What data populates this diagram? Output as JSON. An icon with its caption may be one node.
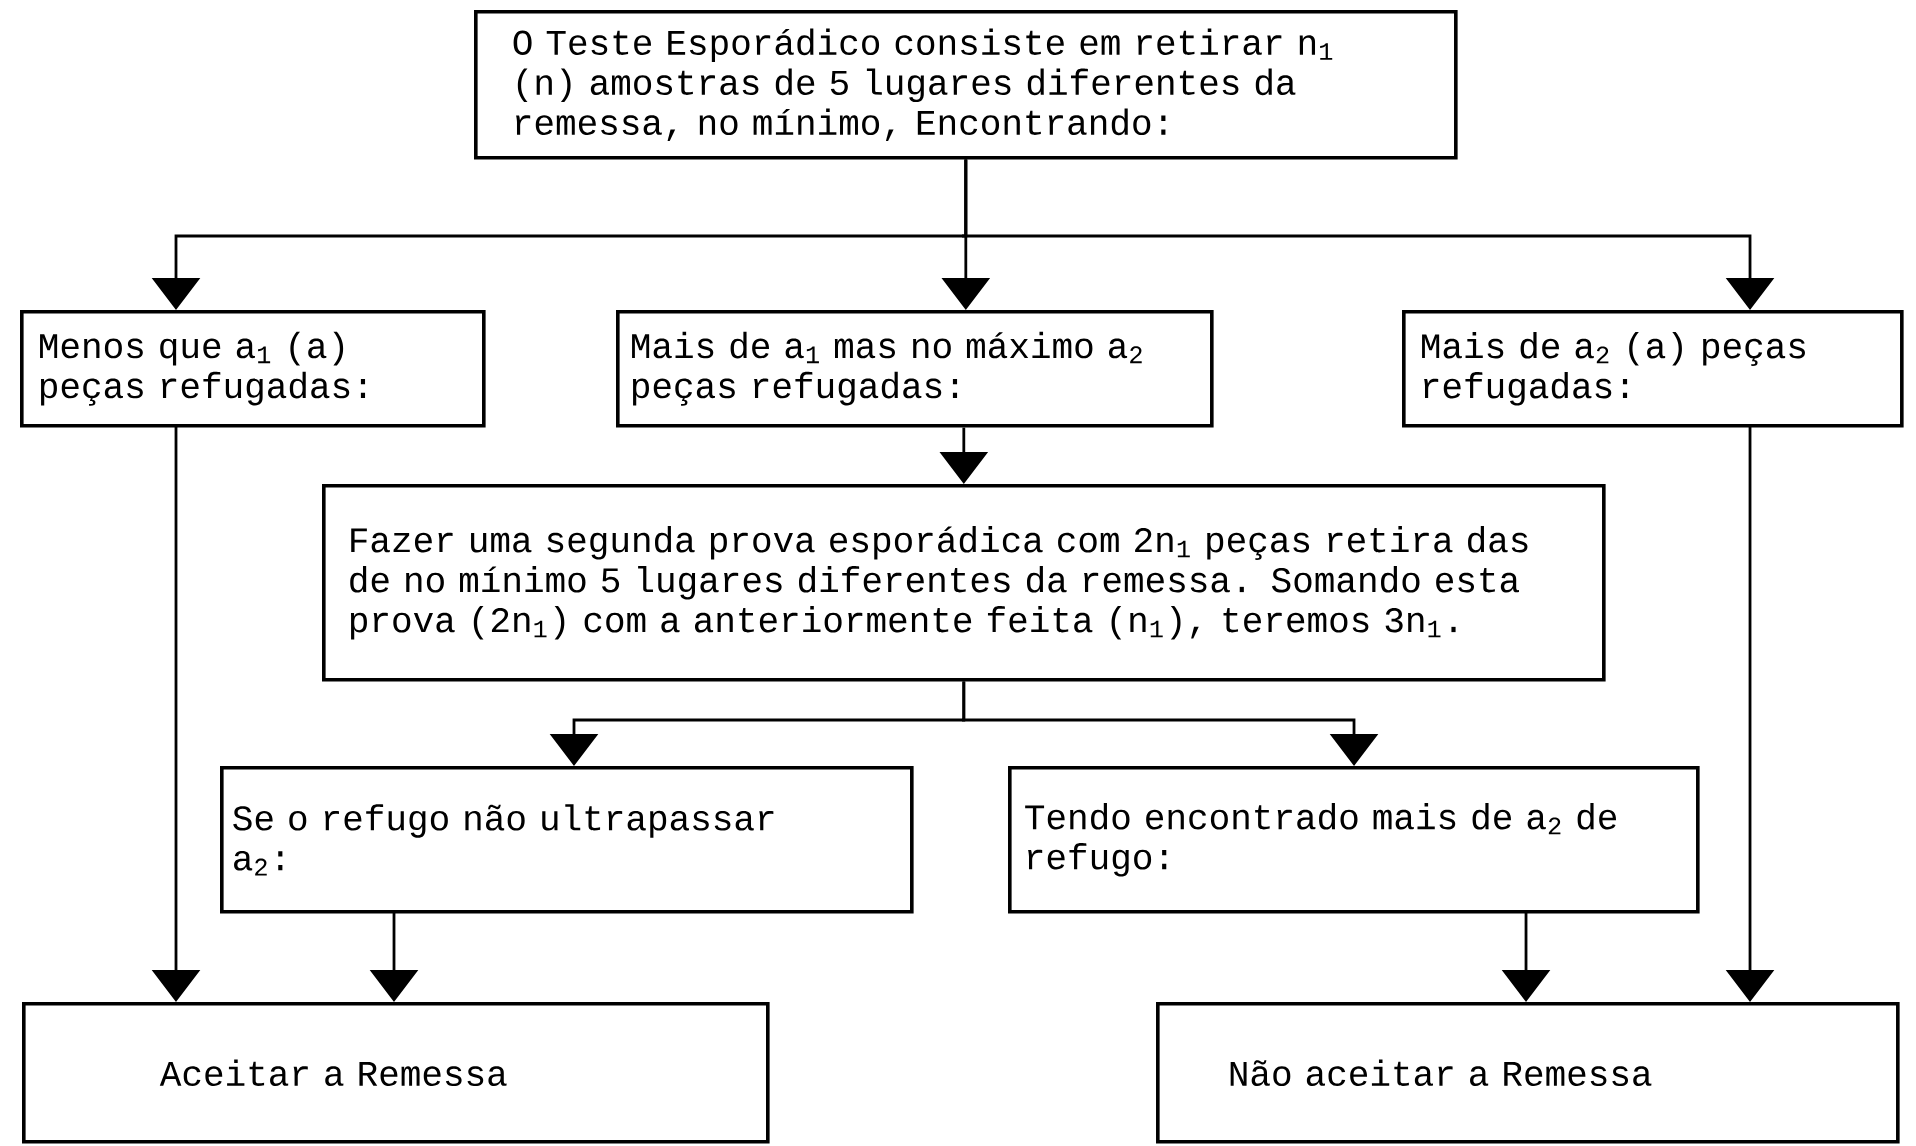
{
  "diagram": {
    "nodes": [
      {
        "text": [
          "O Teste Esporádico consiste em retirar n$_{1}$ (n) amostras de 5 lugares diferentes da remessa, no mínimo, Encontrando:"
        ]
      },
      {
        "text": [
          "Menos que a$_{1}$ (a) peças refugadas:"
        ]
      },
      {
        "text": [
          "Mais de a$_{1}$ mas no máximo a$_{2}$ peças refugadas:"
        ]
      },
      {
        "text": [
          "Mais de a$_{2}$ (a) peças refugadas:"
        ]
      },
      {
        "text": [
          "Fazer uma segunda prova esporádica com 2n$_{1}$ peças retira das de no mínimo 5 lugares diferentes da remessa. Somando esta prova (2n$_{1}$) com a anteriormente feita (n$_{1}$), teremos 3n$_{1}$."
        ]
      },
      {
        "text": [
          "Se o refugo não ultrapassar a$_{2}$:"
        ]
      },
      {
        "text": [
          "Tendo encontrado mais de a$_{2}$ de refugo:"
        ]
      },
      {
        "text": [
          "Aceitar a Remessa"
        ]
      },
      {
        "text": [
          "Não aceitar a Remessa"
        ]
      }
    ],
    "edges": [
      {
        "from": 0,
        "to": 1,
        "arrow": "to"
      },
      {
        "from": 0,
        "to": 2,
        "arrow": "to"
      },
      {
        "from": 0,
        "to": 3,
        "arrow": "to"
      },
      {
        "from": 2,
        "to": 4,
        "arrow": "to"
      },
      {
        "from": 4,
        "to": 5,
        "arrow": "to"
      },
      {
        "from": 4,
        "to": 6,
        "arrow": "to"
      },
      {
        "from": 1,
        "to": 7,
        "arrow": "to"
      },
      {
        "from": 5,
        "to": 7,
        "arrow": "to"
      },
      {
        "from": 6,
        "to": 8,
        "arrow": "to"
      },
      {
        "from": 3,
        "to": 8,
        "arrow": "to"
      }
    ]
  }
}
